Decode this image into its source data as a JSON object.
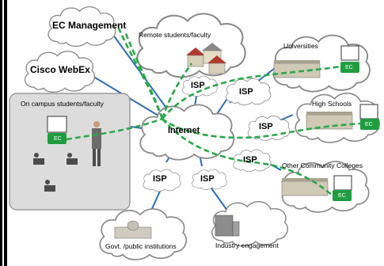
{
  "clouds": {
    "ec_management": "EC Management",
    "cisco_webex": "Cisco WebEx",
    "remote": "Remote students/faculty",
    "universities": "Universities",
    "high_schools": "High Schools",
    "other_cc": "Other Community Colleges",
    "govt": "Govt. /public institutions",
    "industry": "Industry engagement",
    "internet": "Internet"
  },
  "isp_label": "ISP",
  "campus": {
    "title": "On campus students/faculty"
  },
  "ec_label": "EC",
  "colors": {
    "link_green": "#2aa84a",
    "link_blue": "#2f6db5",
    "ec_box": "#1f9d3f",
    "campus_bg": "#dcdcdc",
    "border": "#000000"
  }
}
